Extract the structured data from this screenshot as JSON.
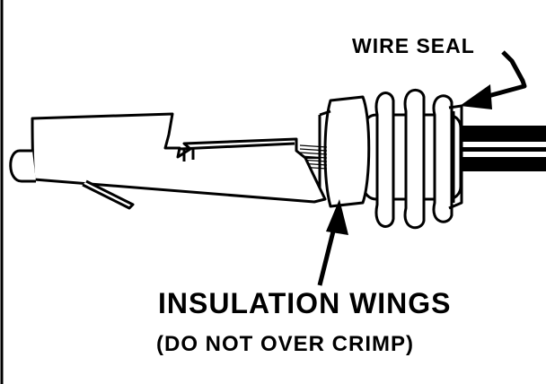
{
  "labels": {
    "wire_seal": "WIRE SEAL",
    "insulation_wings": "INSULATION WINGS",
    "note": "(DO NOT OVER CRIMP)"
  },
  "colors": {
    "ink": "#000000",
    "paper": "#ffffff"
  }
}
